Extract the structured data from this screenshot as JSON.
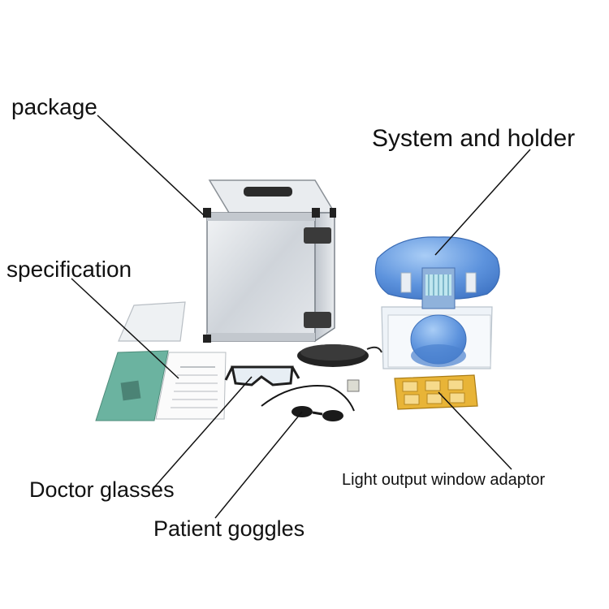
{
  "labels": {
    "package": "package",
    "system_and_holder": "System and holder",
    "specification": "specification",
    "doctor_glasses": "Doctor glasses",
    "patient_goggles": "Patient goggles",
    "light_output_window_adaptor": "Light output window adaptor"
  },
  "colors": {
    "background": "#ffffff",
    "leader_line": "#111111",
    "case_aluminum": "#d9dde2",
    "device_blue": "#5a8fdc",
    "manual_green": "#6bb3a0",
    "adaptor_amber": "#e8b437"
  }
}
